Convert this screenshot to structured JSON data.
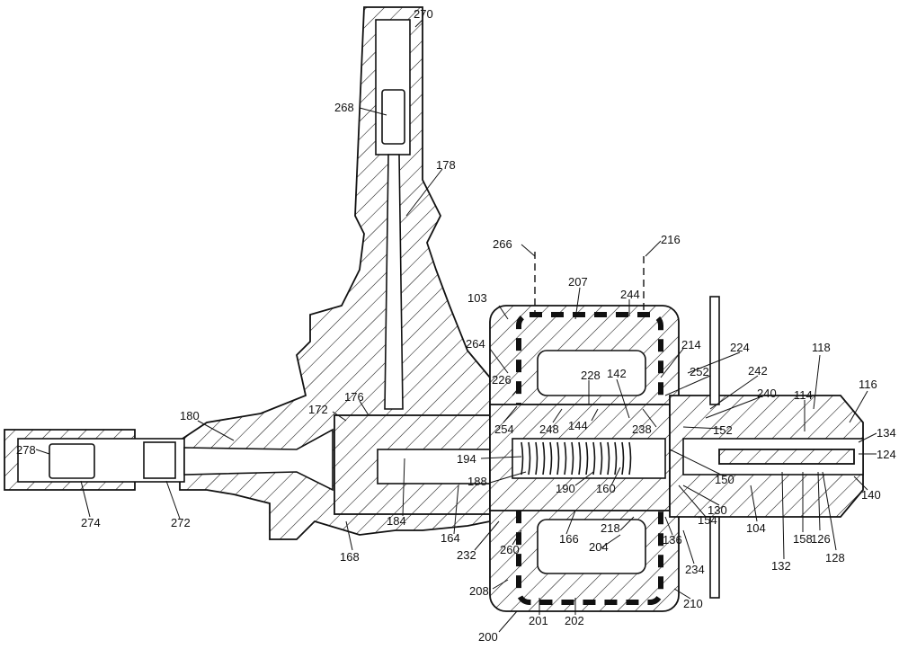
{
  "figure": {
    "reference_numerals": {
      "n270": "270",
      "n268": "268",
      "n178": "178",
      "n266": "266",
      "n216": "216",
      "n207": "207",
      "n244": "244",
      "n103": "103",
      "n264": "264",
      "n214": "214",
      "n224": "224",
      "n118": "118",
      "n226": "226",
      "n228": "228",
      "n142": "142",
      "n252": "252",
      "n242": "242",
      "n240": "240",
      "n114": "114",
      "n116": "116",
      "n176": "176",
      "n172": "172",
      "n180": "180",
      "n254": "254",
      "n248": "248",
      "n144": "144",
      "n238": "238",
      "n152": "152",
      "n134": "134",
      "n124": "124",
      "n194": "194",
      "n188": "188",
      "n150": "150",
      "n190": "190",
      "n160": "160",
      "n130": "130",
      "n140": "140",
      "n278": "278",
      "n274": "274",
      "n272": "272",
      "n184": "184",
      "n164": "164",
      "n168": "168",
      "n154": "154",
      "n104": "104",
      "n132": "132",
      "n158": "158",
      "n126": "126",
      "n128": "128",
      "n166": "166",
      "n218": "218",
      "n204": "204",
      "n136": "136",
      "n232": "232",
      "n260": "260",
      "n234": "234",
      "n208": "208",
      "n210": "210",
      "n200": "200",
      "n201": "201",
      "n202": "202"
    }
  }
}
